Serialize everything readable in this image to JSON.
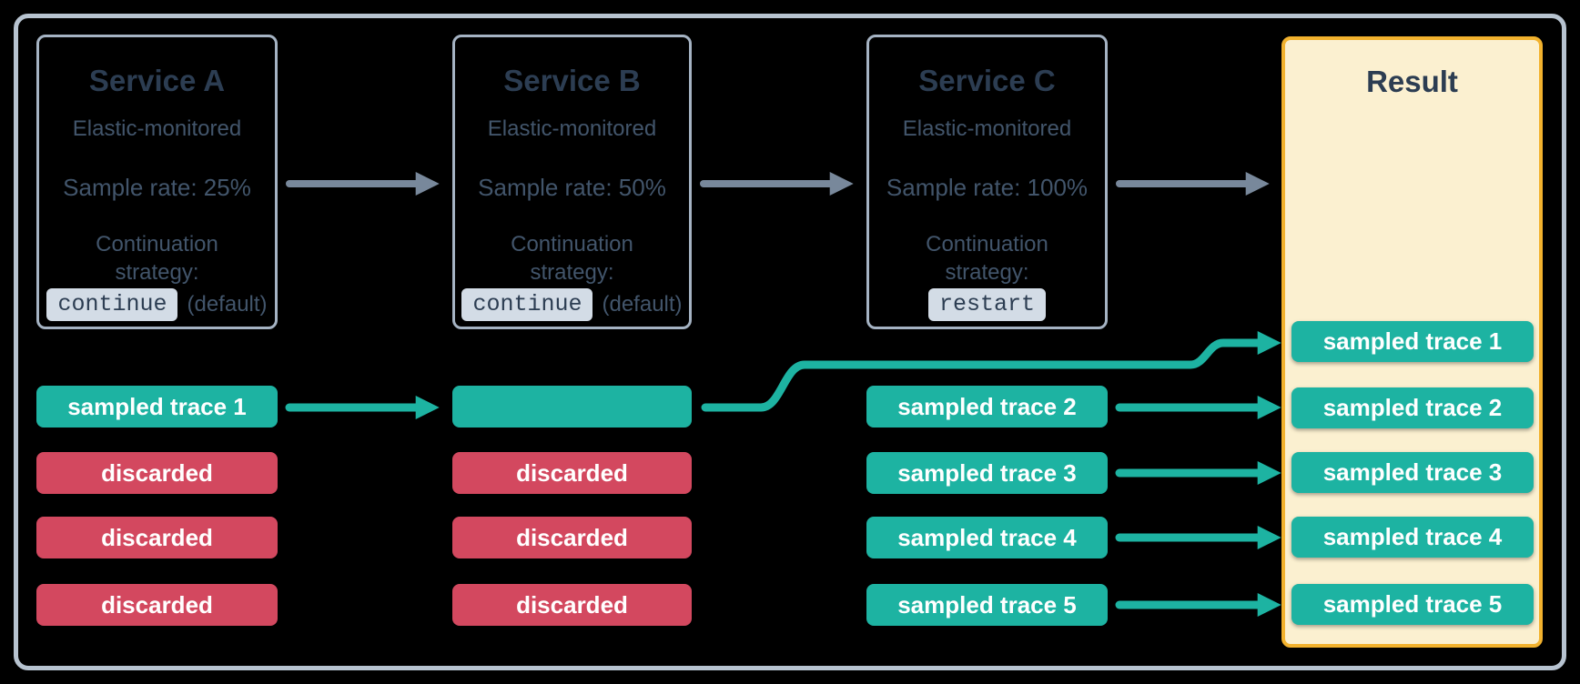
{
  "diagram": {
    "services": [
      {
        "title": "Service A",
        "monitor": "Elastic-monitored",
        "sample_rate": "Sample rate: 25%",
        "continuation_label": "Continuation\nstrategy:",
        "strategy_value": "continue",
        "strategy_note": "(default)"
      },
      {
        "title": "Service B",
        "monitor": "Elastic-monitored",
        "sample_rate": "Sample rate: 50%",
        "continuation_label": "Continuation\nstrategy:",
        "strategy_value": "continue",
        "strategy_note": "(default)"
      },
      {
        "title": "Service C",
        "monitor": "Elastic-monitored",
        "sample_rate": "Sample rate: 100%",
        "continuation_label": "Continuation\nstrategy:",
        "strategy_value": "restart",
        "strategy_note": ""
      }
    ],
    "trace_columns": [
      {
        "service": "Service A",
        "pills": [
          {
            "label": "sampled trace 1",
            "type": "sampled"
          },
          {
            "label": "discarded",
            "type": "discarded"
          },
          {
            "label": "discarded",
            "type": "discarded"
          },
          {
            "label": "discarded",
            "type": "discarded"
          }
        ]
      },
      {
        "service": "Service B",
        "pills": [
          {
            "label": "",
            "type": "sampled"
          },
          {
            "label": "discarded",
            "type": "discarded"
          },
          {
            "label": "discarded",
            "type": "discarded"
          },
          {
            "label": "discarded",
            "type": "discarded"
          }
        ]
      },
      {
        "service": "Service C",
        "pills": [
          {
            "label": "sampled trace 2",
            "type": "sampled"
          },
          {
            "label": "sampled trace 3",
            "type": "sampled"
          },
          {
            "label": "sampled trace 4",
            "type": "sampled"
          },
          {
            "label": "sampled trace 5",
            "type": "sampled"
          }
        ]
      }
    ],
    "result": {
      "title": "Result",
      "pills": [
        {
          "label": "sampled trace 1",
          "type": "sampled"
        },
        {
          "label": "sampled trace 2",
          "type": "sampled"
        },
        {
          "label": "sampled trace 3",
          "type": "sampled"
        },
        {
          "label": "sampled trace 4",
          "type": "sampled"
        },
        {
          "label": "sampled trace 5",
          "type": "sampled"
        }
      ]
    },
    "colors": {
      "background": "#000000",
      "frame_border": "#b7c3d0",
      "service_border": "#a5b3c3",
      "heading_text": "#2c3d52",
      "body_text": "#42556b",
      "badge_bg": "#d3dce6",
      "sampled_teal": "#1db3a2",
      "discarded_red": "#d3485f",
      "arrow_gray": "#78889b",
      "result_bg": "#fbf0d0",
      "result_border": "#f2b22e",
      "pill_text": "#ffffff"
    }
  }
}
